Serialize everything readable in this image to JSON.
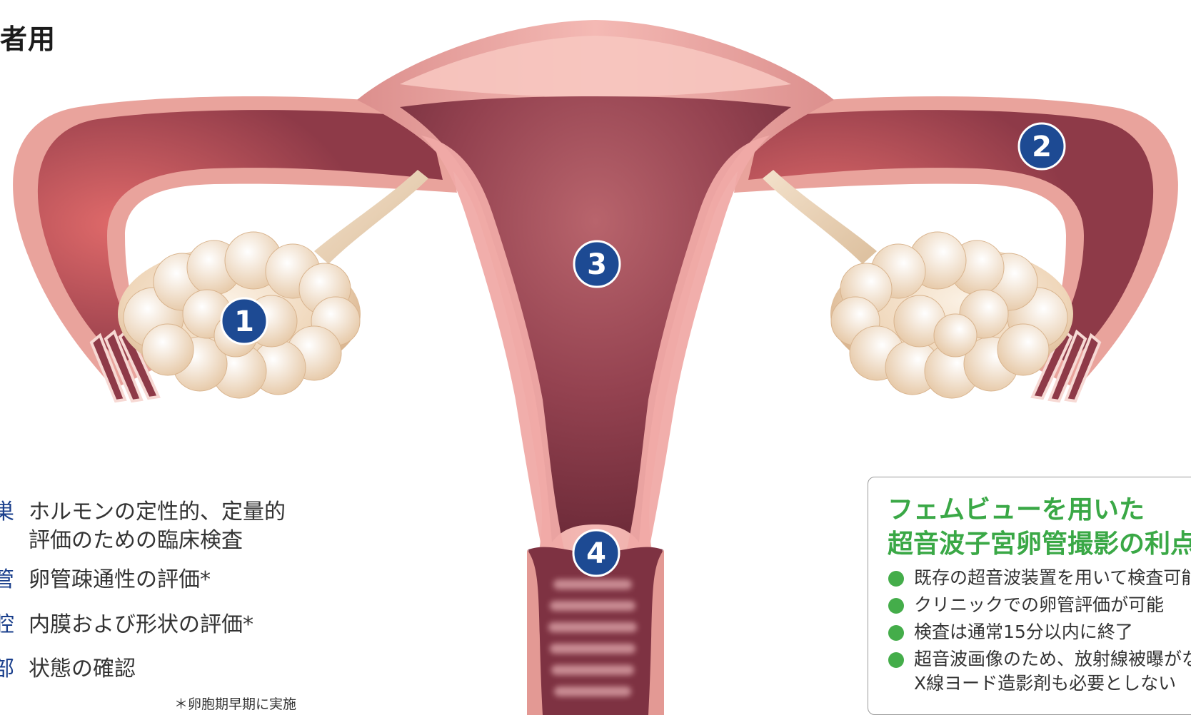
{
  "title": "者用",
  "markers": [
    {
      "label": "1"
    },
    {
      "label": "2"
    },
    {
      "label": "3"
    },
    {
      "label": "4"
    }
  ],
  "legend": [
    {
      "term": "巣",
      "description": "ホルモンの定性的、定量的\n評価のための臨床検査"
    },
    {
      "term": "管",
      "description": "卵管疎通性の評価*"
    },
    {
      "term": "腔",
      "description": "内膜および形状の評価*"
    },
    {
      "term": "部",
      "description": "状態の確認"
    }
  ],
  "footnote": "＊卵胞期早期に実施",
  "info_box": {
    "title_line1": "フェムビューを用いた",
    "title_line2": "超音波子宮卵管撮影の利点",
    "items": [
      "既存の超音波装置を用いて検査可能",
      "クリニックでの卵管評価が可能",
      "検査は通常15分以内に終了",
      "超音波画像のため、放射線被曝がなく\nX線ヨード造影剤も必要としない"
    ]
  },
  "colors": {
    "marker_fill": "#1d4a93",
    "accent_green": "#3aa846",
    "legend_term": "#1a3f8c",
    "tissue_outer": "#e79c95",
    "tissue_inner": "#9e4652",
    "ovary": "#f1dcc2"
  }
}
